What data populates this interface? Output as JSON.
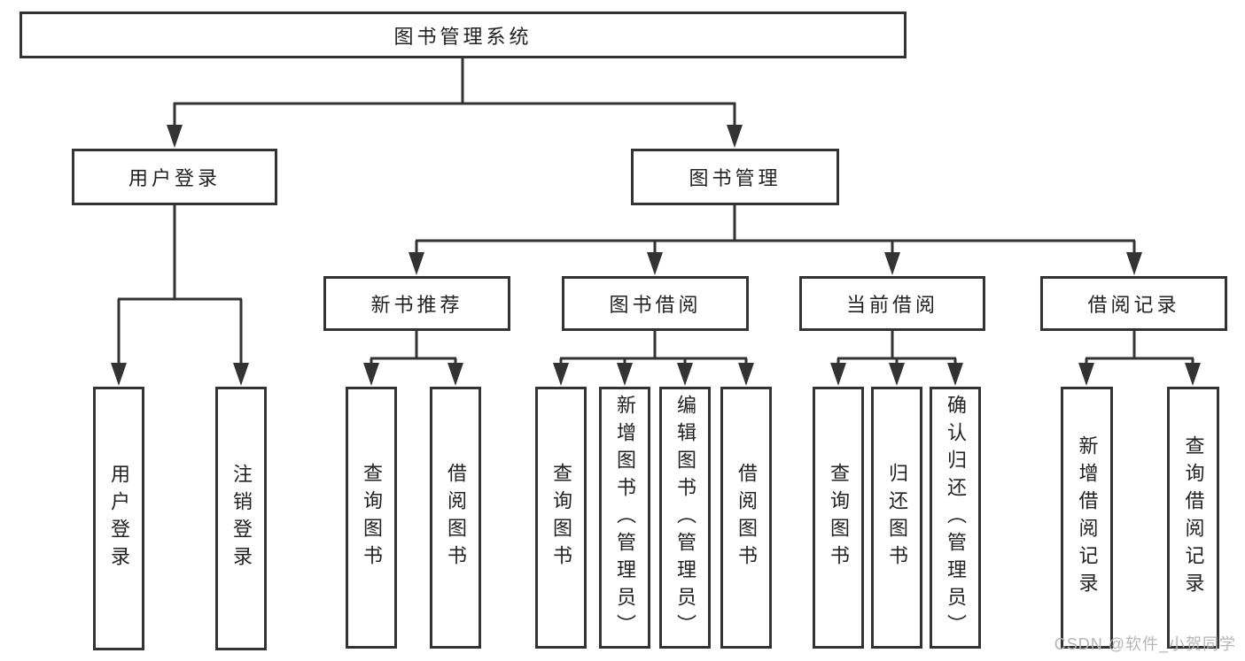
{
  "nodes": {
    "root": "图书管理系统",
    "user_login": "用户登录",
    "book_mgmt": "图书管理",
    "leaf_user_login": "用户登录",
    "leaf_logout": "注销登录",
    "new_book": "新书推荐",
    "borrow": "图书借阅",
    "current": "当前借阅",
    "record": "借阅记录",
    "nb_query": "查询图书",
    "nb_borrow": "借阅图书",
    "bw_query": "查询图书",
    "bw_add": "新增图书（管理员）",
    "bw_edit": "编辑图书（管理员）",
    "bw_borrow": "借阅图书",
    "cu_query": "查询图书",
    "cu_return": "归还图书",
    "cu_confirm": "确认归还（管理员）",
    "rc_add": "新增借阅记录",
    "rc_query": "查询借阅记录"
  },
  "hierarchy": {
    "图书管理系统": {
      "用户登录": [
        "用户登录",
        "注销登录"
      ],
      "图书管理": {
        "新书推荐": [
          "查询图书",
          "借阅图书"
        ],
        "图书借阅": [
          "查询图书",
          "新增图书（管理员）",
          "编辑图书（管理员）",
          "借阅图书"
        ],
        "当前借阅": [
          "查询图书",
          "归还图书",
          "确认归还（管理员）"
        ],
        "借阅记录": [
          "新增借阅记录",
          "查询借阅记录"
        ]
      }
    }
  },
  "watermark": "CSDN @软件_小贺同学",
  "colors": {
    "line": "#333333",
    "text": "#222222",
    "background": "#ffffff",
    "watermark": "#b6b6b6"
  }
}
